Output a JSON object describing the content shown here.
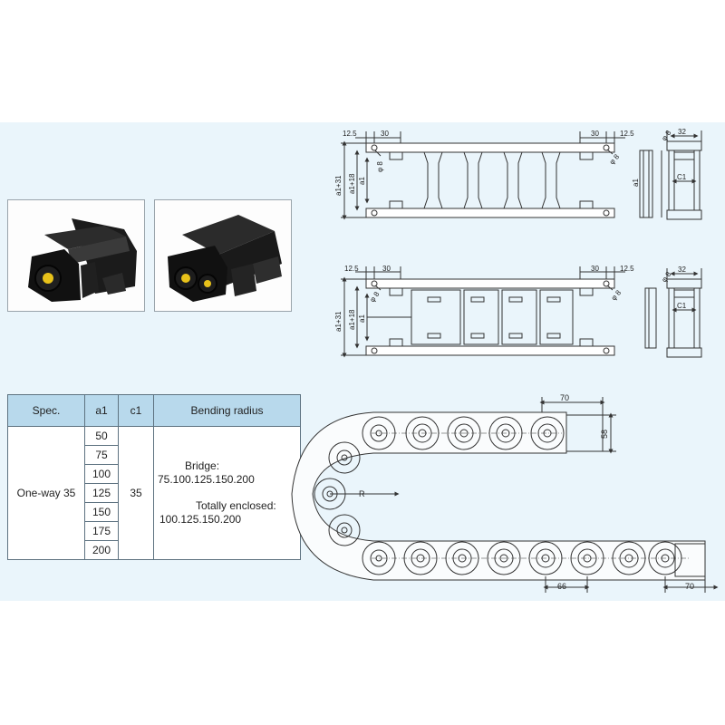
{
  "table": {
    "headers": [
      "Spec.",
      "a1",
      "c1",
      "Bending radius"
    ],
    "spec_value": "One-way 35",
    "a1_values": [
      "50",
      "75",
      "100",
      "125",
      "150",
      "175",
      "200"
    ],
    "c1_value": "35",
    "bending": {
      "bridge_label": "Bridge:",
      "bridge_values": "75.100.125.150.200",
      "enclosed_label": "Totally enclosed:",
      "enclosed_values": "100.125.150.200"
    }
  },
  "drawing_top": {
    "dim_left_offset": "12.5",
    "dim_left_pitch": "30",
    "dim_right_pitch": "30",
    "dim_right_offset": "12.5",
    "dim_hole_left": "φ 8",
    "dim_hole_right": "φ 8",
    "dim_h1": "a1+31",
    "dim_h2": "a1+18",
    "dim_h3": "a1",
    "side_phi": "φ 8",
    "side_width": "32",
    "side_c1": "C1",
    "side_a1": "a1"
  },
  "drawing_middle": {
    "dim_left_offset": "12.5",
    "dim_left_pitch": "30",
    "dim_right_pitch": "30",
    "dim_right_offset": "12.5",
    "dim_hole_left": "φ 8",
    "dim_hole_right": "φ 8",
    "dim_h1": "a1+31",
    "dim_h2": "a1+18",
    "dim_h3": "a1",
    "side_phi": "φ 8",
    "side_width": "32",
    "side_c1": "C1"
  },
  "drawing_chain": {
    "dim_top_width": "70",
    "dim_height": "58",
    "dim_radius": "R",
    "dim_pitch": "66",
    "dim_bottom_width": "70"
  },
  "colors": {
    "panel": "#eaf5fb",
    "table_header": "#b8d9ec",
    "line": "#333333"
  }
}
